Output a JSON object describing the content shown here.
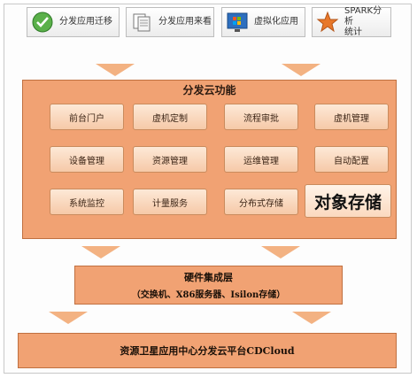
{
  "apps": [
    {
      "label": "分发应用迁移",
      "icon": "globe-check-icon"
    },
    {
      "label": "分发应用来看",
      "icon": "documents-icon"
    },
    {
      "label": "虚拟化应用",
      "icon": "windows-desktop-icon"
    },
    {
      "label_line1": "SPARK分析",
      "label_line2": "统计",
      "icon": "spark-star-icon"
    }
  ],
  "function_panel": {
    "title": "分发云功能",
    "cells": [
      "前台门户",
      "虚机定制",
      "流程审批",
      "虚机管理",
      "设备管理",
      "资源管理",
      "运维管理",
      "自动配置",
      "系统监控",
      "计量服务",
      "分布式存储",
      "对象存储"
    ]
  },
  "hardware_layer": {
    "title": "硬件集成层",
    "subtitle": "（交换机、X86服务器、Isilon存储）"
  },
  "platform": {
    "title": "资源卫星应用中心分发云平台CDCloud"
  },
  "colors": {
    "panel": "#f1a273",
    "arrow": "#f3b282",
    "cell_top": "#fde9d7",
    "cell_bottom": "#f6c9a8"
  }
}
